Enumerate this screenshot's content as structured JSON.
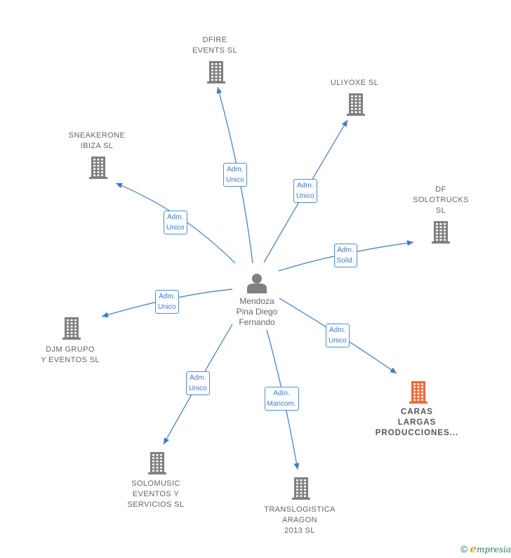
{
  "center": {
    "name": "Mendoza\nPina Diego\nFernando",
    "icon": "person-icon"
  },
  "nodes": [
    {
      "id": "dfire",
      "name": "DFIRE\nEVENTS  SL",
      "role": "Adm.\nUnico",
      "icon": "building-icon"
    },
    {
      "id": "uliyoxe",
      "name": "ULIYOXE  SL",
      "role": "Adm.\nUnico",
      "icon": "building-icon"
    },
    {
      "id": "sneakerone",
      "name": "SNEAKERONE\nIBIZA  SL",
      "role": "Adm.\nUnico",
      "icon": "building-icon"
    },
    {
      "id": "dfsolotrucks",
      "name": "DF\nSOLOTRUCKS\nSL",
      "role": "Adm.\nSolid.",
      "icon": "building-icon"
    },
    {
      "id": "djmgrupo",
      "name": "DJM GRUPO\nY EVENTOS  SL",
      "role": "Adm.\nUnico",
      "icon": "building-icon"
    },
    {
      "id": "carasargas",
      "name": "CARAS\nLARGAS\nPRODUCCIONES...",
      "role": "Adm.\nUnico",
      "icon": "building-icon",
      "highlight": true
    },
    {
      "id": "solomusic",
      "name": "SOLOMUSIC\nEVENTOS Y\nSERVICIOS  SL",
      "role": "Adm.\nUnico",
      "icon": "building-icon"
    },
    {
      "id": "translogistica",
      "name": "TRANSLOGISTICA\nARAGON\n2013 SL",
      "role": "Adm.\nMancom.",
      "icon": "building-icon"
    }
  ],
  "colors": {
    "edge": "#3a7bd5",
    "building": "#808080",
    "building_highlight": "#f06a3a",
    "person": "#808080"
  },
  "footer": {
    "copyright": "©",
    "brand_initial": "e",
    "brand_rest": "mpresia"
  }
}
